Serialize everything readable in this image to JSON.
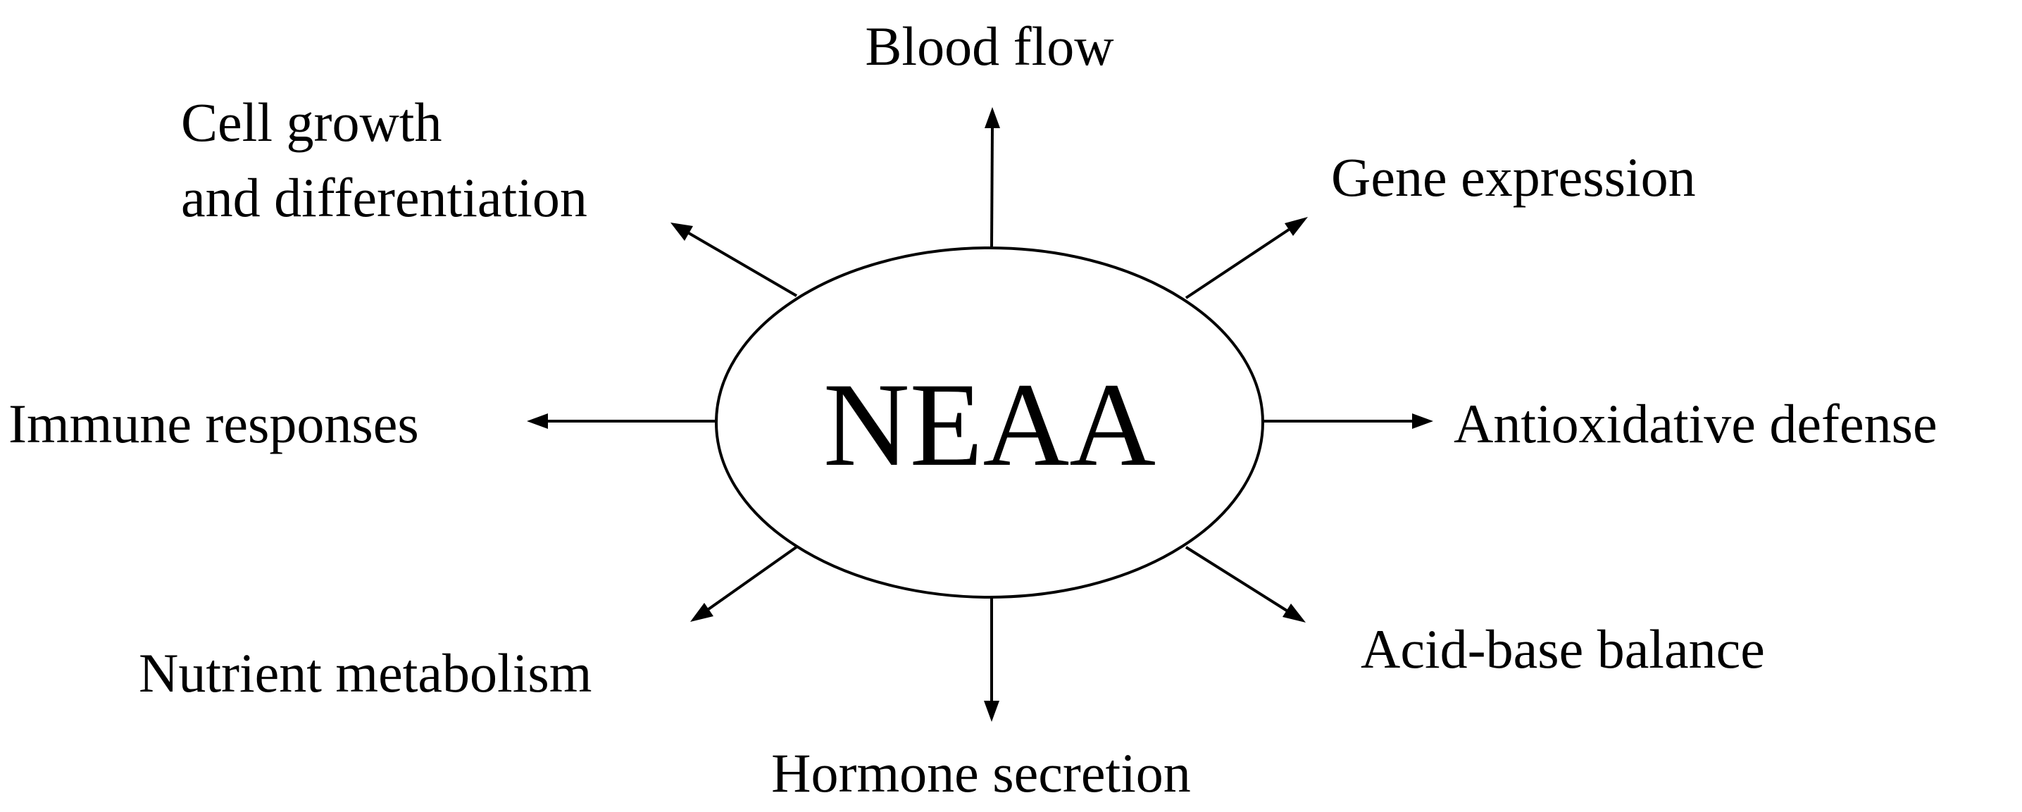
{
  "diagram": {
    "center": "NEAA",
    "functions": {
      "blood_flow": "Blood flow",
      "gene_expression": "Gene expression",
      "cell_growth_line1": "Cell growth",
      "cell_growth_line2": "and differentiation",
      "immune_responses": "Immune responses",
      "antioxidative_defense": "Antioxidative defense",
      "nutrient_metabolism": "Nutrient metabolism",
      "acid_base_balance": "Acid-base balance",
      "hormone_secretion": "Hormone secretion"
    }
  },
  "colors": {
    "stroke": "#000000",
    "background": "#ffffff"
  }
}
